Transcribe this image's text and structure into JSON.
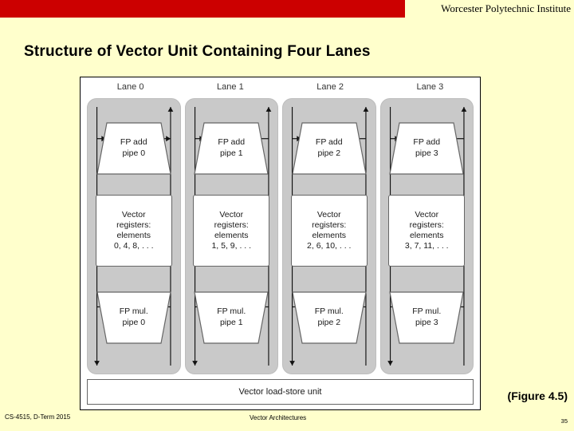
{
  "header": {
    "university": "Worcester Polytechnic Institute"
  },
  "slide": {
    "title": "Structure of Vector Unit Containing Four Lanes",
    "figure_caption": "(Figure 4.5)"
  },
  "figure": {
    "lane_headers": [
      "Lane 0",
      "Lane 1",
      "Lane 2",
      "Lane 3"
    ],
    "lanes": [
      {
        "add_unit": "FP add\npipe 0",
        "add_unit_line1": "FP add",
        "add_unit_line2": "pipe 0",
        "registers_line1": "Vector",
        "registers_line2": "registers:",
        "registers_line3": "elements",
        "registers_line4": "0, 4, 8, . . .",
        "mul_unit_line1": "FP mul.",
        "mul_unit_line2": "pipe 0"
      },
      {
        "add_unit_line1": "FP add",
        "add_unit_line2": "pipe 1",
        "registers_line1": "Vector",
        "registers_line2": "registers:",
        "registers_line3": "elements",
        "registers_line4": "1, 5, 9, . . .",
        "mul_unit_line1": "FP mul.",
        "mul_unit_line2": "pipe 1"
      },
      {
        "add_unit_line1": "FP add",
        "add_unit_line2": "pipe 2",
        "registers_line1": "Vector",
        "registers_line2": "registers:",
        "registers_line3": "elements",
        "registers_line4": "2, 6, 10, . . .",
        "mul_unit_line1": "FP mul.",
        "mul_unit_line2": "pipe 2"
      },
      {
        "add_unit_line1": "FP add",
        "add_unit_line2": "pipe 3",
        "registers_line1": "Vector",
        "registers_line2": "registers:",
        "registers_line3": "elements",
        "registers_line4": "3, 7, 11, . . .",
        "mul_unit_line1": "FP mul.",
        "mul_unit_line2": "pipe 3"
      }
    ],
    "load_store_unit": "Vector load-store unit"
  },
  "footer": {
    "course": "CS-4515, D-Term 2015",
    "topic": "Vector Architectures",
    "page_number": "35"
  },
  "colors": {
    "accent_bar": "#cc0000",
    "background": "#ffffcc",
    "lane_fill": "#c9c9c9",
    "unit_fill": "#ffffff"
  }
}
